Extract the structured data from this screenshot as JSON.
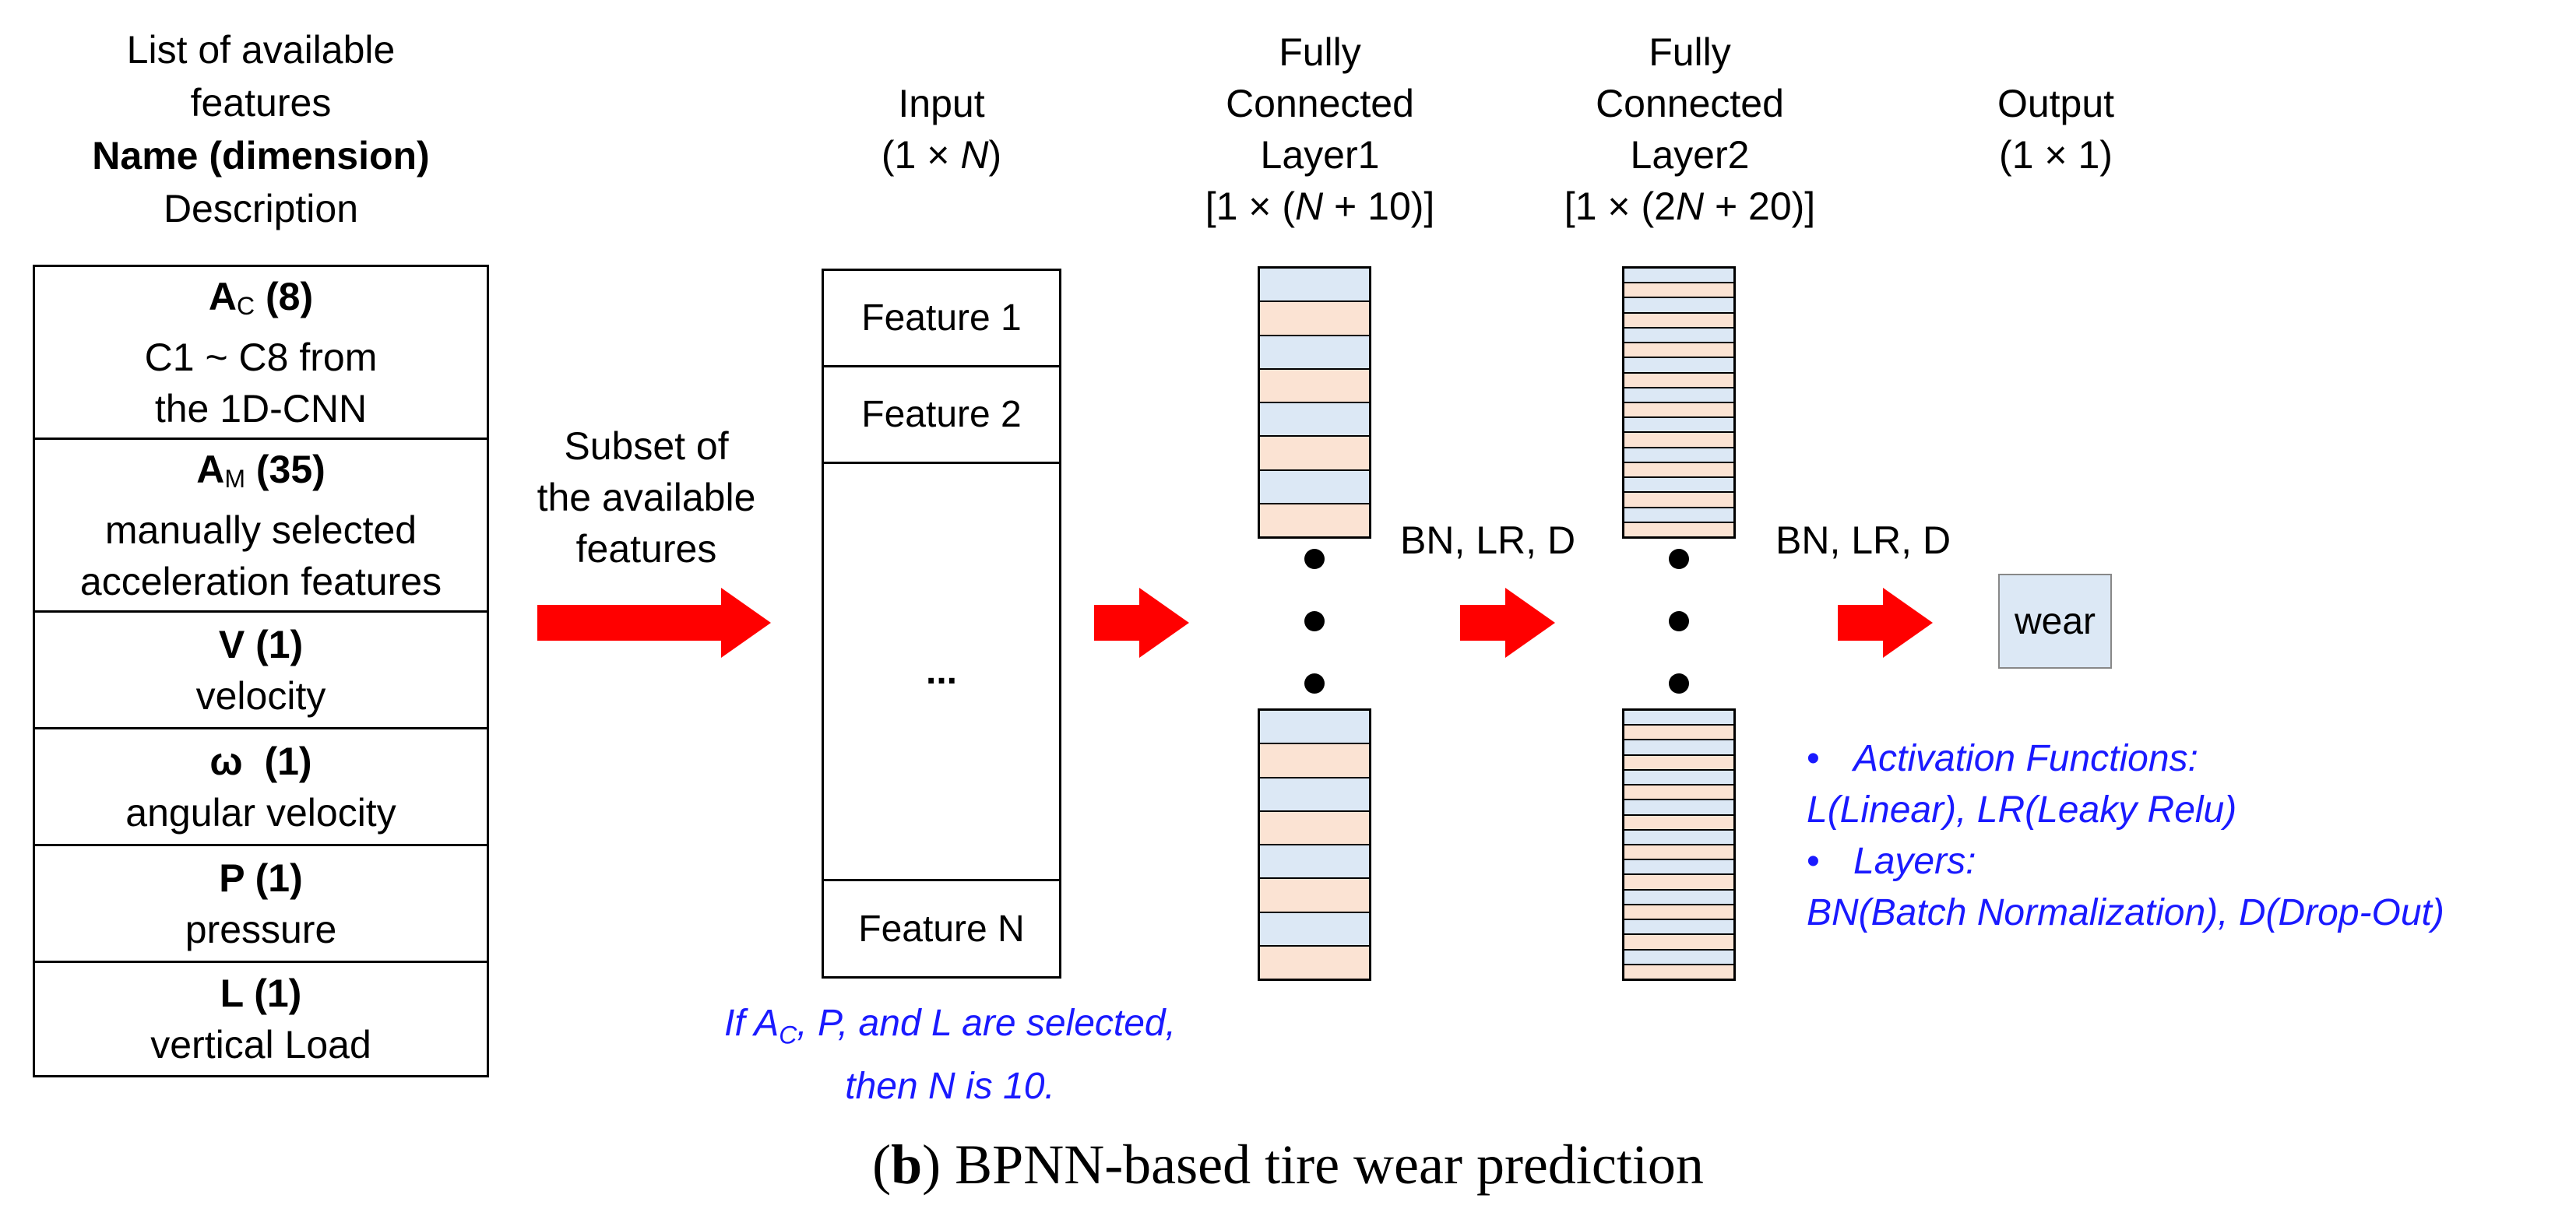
{
  "features_header": {
    "line1": "List of available",
    "line2": "features",
    "line3": "Name (dimension)",
    "line4": "Description"
  },
  "features": [
    {
      "name_main": "A",
      "name_sub": "C",
      "dim": " (8)",
      "desc1": "C1 ~ C8 from",
      "desc2": "the 1D-CNN"
    },
    {
      "name_main": "A",
      "name_sub": "M",
      "dim": " (35)",
      "desc1": "manually selected",
      "desc2": "acceleration features"
    },
    {
      "name_main": "V",
      "name_sub": "",
      "dim": " (1)",
      "desc1": "velocity",
      "desc2": ""
    },
    {
      "name_main": "ω",
      "name_sub": "",
      "dim": "  (1)",
      "desc1": "angular velocity",
      "desc2": ""
    },
    {
      "name_main": "P",
      "name_sub": "",
      "dim": " (1)",
      "desc1": "pressure",
      "desc2": ""
    },
    {
      "name_main": "L",
      "name_sub": "",
      "dim": " (1)",
      "desc1": "vertical Load",
      "desc2": ""
    }
  ],
  "subset_label": {
    "line1": "Subset of",
    "line2": "the available",
    "line3": "features"
  },
  "input": {
    "title": "Input",
    "dim_pre": "(1 × ",
    "dim_var": "N",
    "dim_post": ")",
    "cells": [
      "Feature 1",
      "Feature 2",
      "...",
      "Feature N"
    ]
  },
  "fc1": {
    "line1": "Fully",
    "line2": "Connected",
    "line3": "Layer1",
    "dim_pre": "[1 × (",
    "dim_var": "N",
    "dim_post": " + 10)]"
  },
  "fc2": {
    "line1": "Fully",
    "line2": "Connected",
    "line3": "Layer2",
    "dim_pre": "[1 × (2",
    "dim_var": "N",
    "dim_post": " + 20)]"
  },
  "output": {
    "title": "Output",
    "dim": "(1 × 1)",
    "value": "wear"
  },
  "edge_labels": {
    "between_fc1_fc2": "BN, LR, D",
    "between_fc2_out": "BN, LR, D"
  },
  "input_note": {
    "l1_pre": "If A",
    "l1_sub": "C",
    "l1_post": ", P, and L are selected,",
    "line2": "then N is 10."
  },
  "legend": {
    "bullet": "•",
    "item1_title": "Activation Functions:",
    "item1_detail": "L(Linear), LR(Leaky Relu)",
    "item2_title": "Layers:",
    "item2_detail": "BN(Batch Normalization), D(Drop-Out)"
  },
  "caption": {
    "bold": "b",
    "pre": "(",
    "post": ") BPNN-based tire wear prediction"
  },
  "colors": {
    "arrow": "#ff0000",
    "note": "#1a1aff",
    "cell_blue": "#dce8f5",
    "cell_peach": "#fbe3d3"
  }
}
